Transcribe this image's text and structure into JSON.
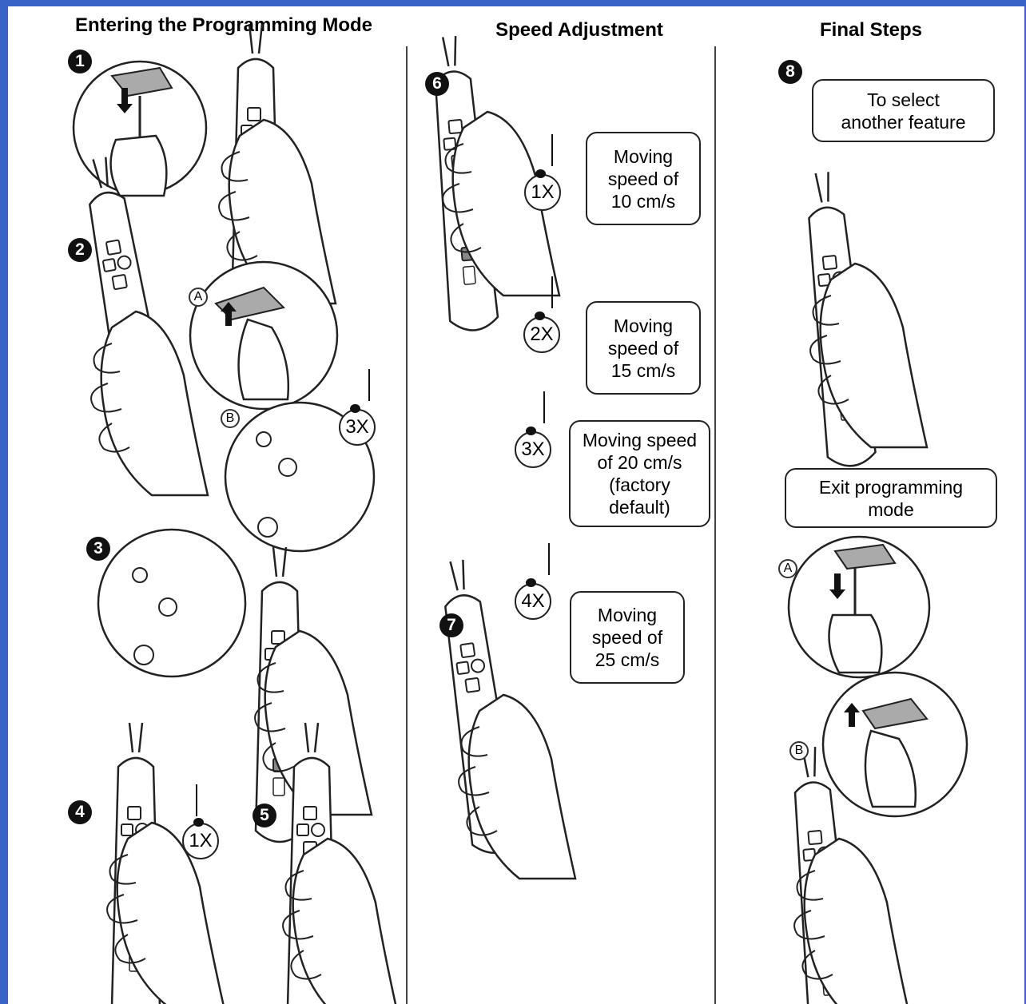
{
  "colors": {
    "frame": "#3a63c7",
    "ink": "#222222"
  },
  "columns": [
    {
      "title": "Entering the Programming Mode"
    },
    {
      "title": "Speed Adjustment"
    },
    {
      "title": "Final Steps"
    }
  ],
  "steps": [
    "1",
    "2",
    "3",
    "4",
    "5",
    "6",
    "7",
    "8"
  ],
  "sub_labels": {
    "a": "A",
    "b": "B"
  },
  "beeps": [
    "1X",
    "3X",
    "1X",
    "2X",
    "3X",
    "4X"
  ],
  "callouts": {
    "speed_10": "Moving\nspeed of\n10 cm/s",
    "speed_15": "Moving\nspeed of\n15 cm/s",
    "speed_20": "Moving speed\nof 20 cm/s\n(factory\ndefault)",
    "speed_25": "Moving\nspeed of\n25 cm/s",
    "select_feature": "To select\nanother feature",
    "exit_mode": "Exit programming\nmode"
  },
  "icons": [
    "remote-icon",
    "hand-icon",
    "music-note-icon",
    "arrow-down-icon",
    "arrow-up-icon",
    "magnified-detail-icon"
  ]
}
